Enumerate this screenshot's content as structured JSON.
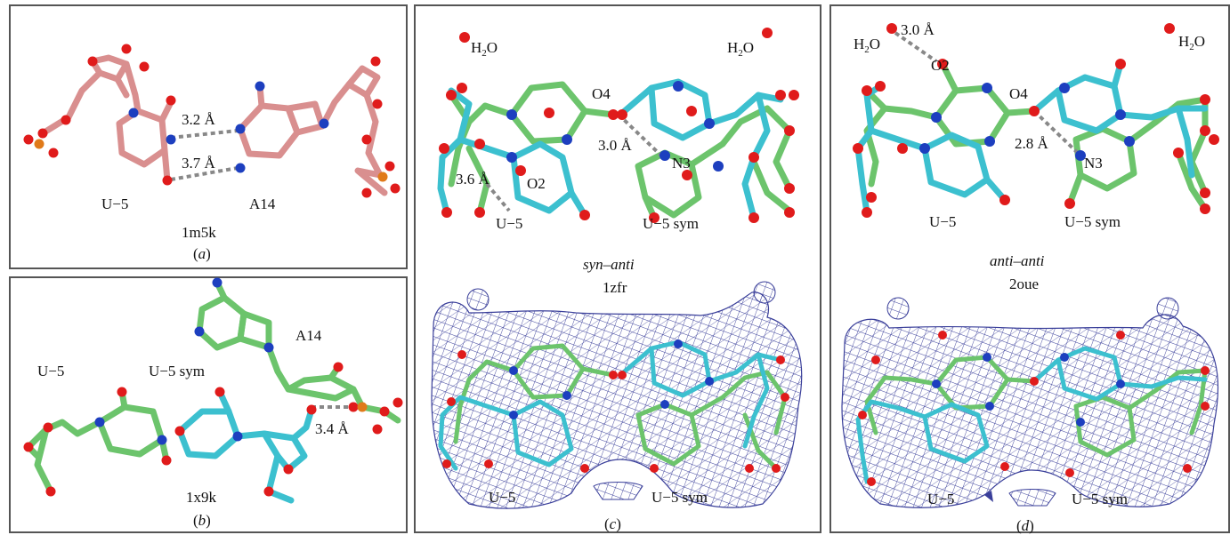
{
  "panels": {
    "a": {
      "distance_top": "3.2 Å",
      "distance_bottom": "3.7 Å",
      "residue_left": "U−5",
      "residue_right": "A14",
      "pdb_id": "1m5k",
      "caption_open": "(",
      "caption_letter": "a",
      "caption_close": ")"
    },
    "b": {
      "residue_left": "U−5",
      "residue_mid": "U−5 sym",
      "residue_top": "A14",
      "distance": "3.4 Å",
      "pdb_id": "1x9k",
      "caption_open": "(",
      "caption_letter": "b",
      "caption_close": ")"
    },
    "c": {
      "water_left": "H",
      "water_left_sub": "2",
      "water_left_o": "O",
      "water_right": "H",
      "water_right_sub": "2",
      "water_right_o": "O",
      "o4": "O4",
      "o2": "O2",
      "n3": "N3",
      "distance_left": "3.6 Å",
      "distance_right": "3.0 Å",
      "residue_left": "U−5",
      "residue_right": "U−5 sym",
      "conformation": "syn–anti",
      "pdb_id": "1zfr",
      "mesh_residue_left": "U−5",
      "mesh_residue_right": "U−5 sym",
      "caption_open": "(",
      "caption_letter": "c",
      "caption_close": ")"
    },
    "d": {
      "water_left": "H",
      "water_left_sub": "2",
      "water_left_o": "O",
      "water_right": "H",
      "water_right_sub": "2",
      "water_right_o": "O",
      "distance_top": "3.0 Å",
      "o2": "O2",
      "o4": "O4",
      "n3": "N3",
      "distance_mid": "2.8 Å",
      "residue_left": "U−5",
      "residue_right": "U−5 sym",
      "conformation": "anti–anti",
      "pdb_id": "2oue",
      "mesh_residue_left": "U−5",
      "mesh_residue_right": "U−5 sym",
      "caption_open": "(",
      "caption_letter": "d",
      "caption_close": ")"
    }
  },
  "colors": {
    "pink": "#d98f8f",
    "green": "#6cc46c",
    "cyan": "#3cc0cf",
    "oxygen": "#e01b1b",
    "nitrogen": "#1d3fbf",
    "phosphorus": "#e07a1a",
    "mesh": "#3a3f9a",
    "hbond": "#888888"
  }
}
